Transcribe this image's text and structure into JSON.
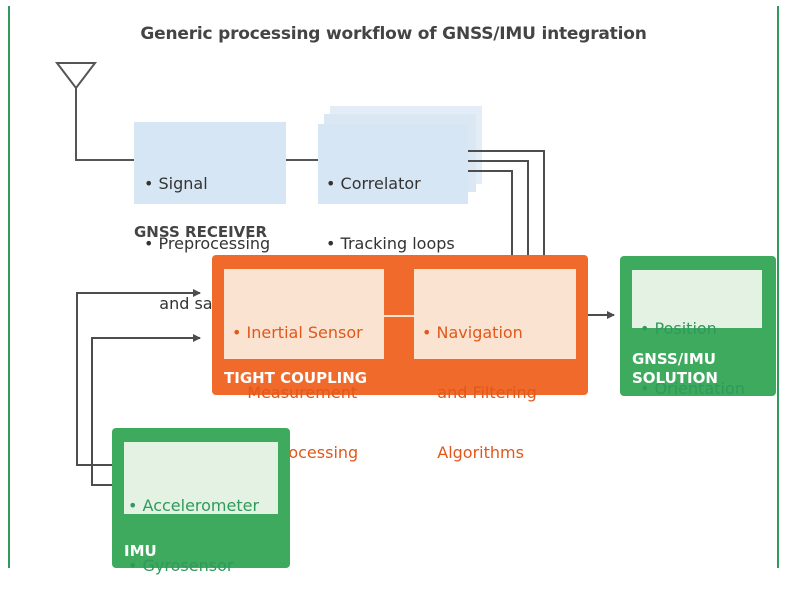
{
  "title": "Generic processing workflow of GNSS/IMU integration",
  "colors": {
    "frame": "#2f9a5b",
    "gnss_box": "#d7e6f4",
    "coupling": "#ef6a2b",
    "coupling_inner": "#fbe3d2",
    "green": "#3daa5e",
    "green_inner": "#e3f2e3",
    "arrow": "#4d4d4d"
  },
  "gnss": {
    "antenna_icon": "antenna-icon",
    "signal_box": {
      "lines": [
        "• Signal",
        "• Preprocessing",
        "   and sampling"
      ]
    },
    "tracking_box": {
      "lines": [
        "• Correlator",
        "• Tracking loops"
      ]
    },
    "label": "GNSS RECEIVER"
  },
  "coupling": {
    "inertial_box": {
      "lines": [
        "• Inertial Sensor",
        "   Measurement",
        "• Preprocessing"
      ]
    },
    "nav_box": {
      "lines": [
        "• Navigation",
        "   and Filtering",
        "   Algorithms"
      ]
    },
    "label": "TIGHT COUPLING"
  },
  "solution": {
    "box": {
      "lines": [
        "• Position",
        "• Orientation"
      ]
    },
    "label_line1": "GNSS/IMU",
    "label_line2": "SOLUTION"
  },
  "imu": {
    "box": {
      "lines": [
        "• Accelerometer",
        "• Gyrosensor"
      ]
    },
    "label": "IMU"
  }
}
